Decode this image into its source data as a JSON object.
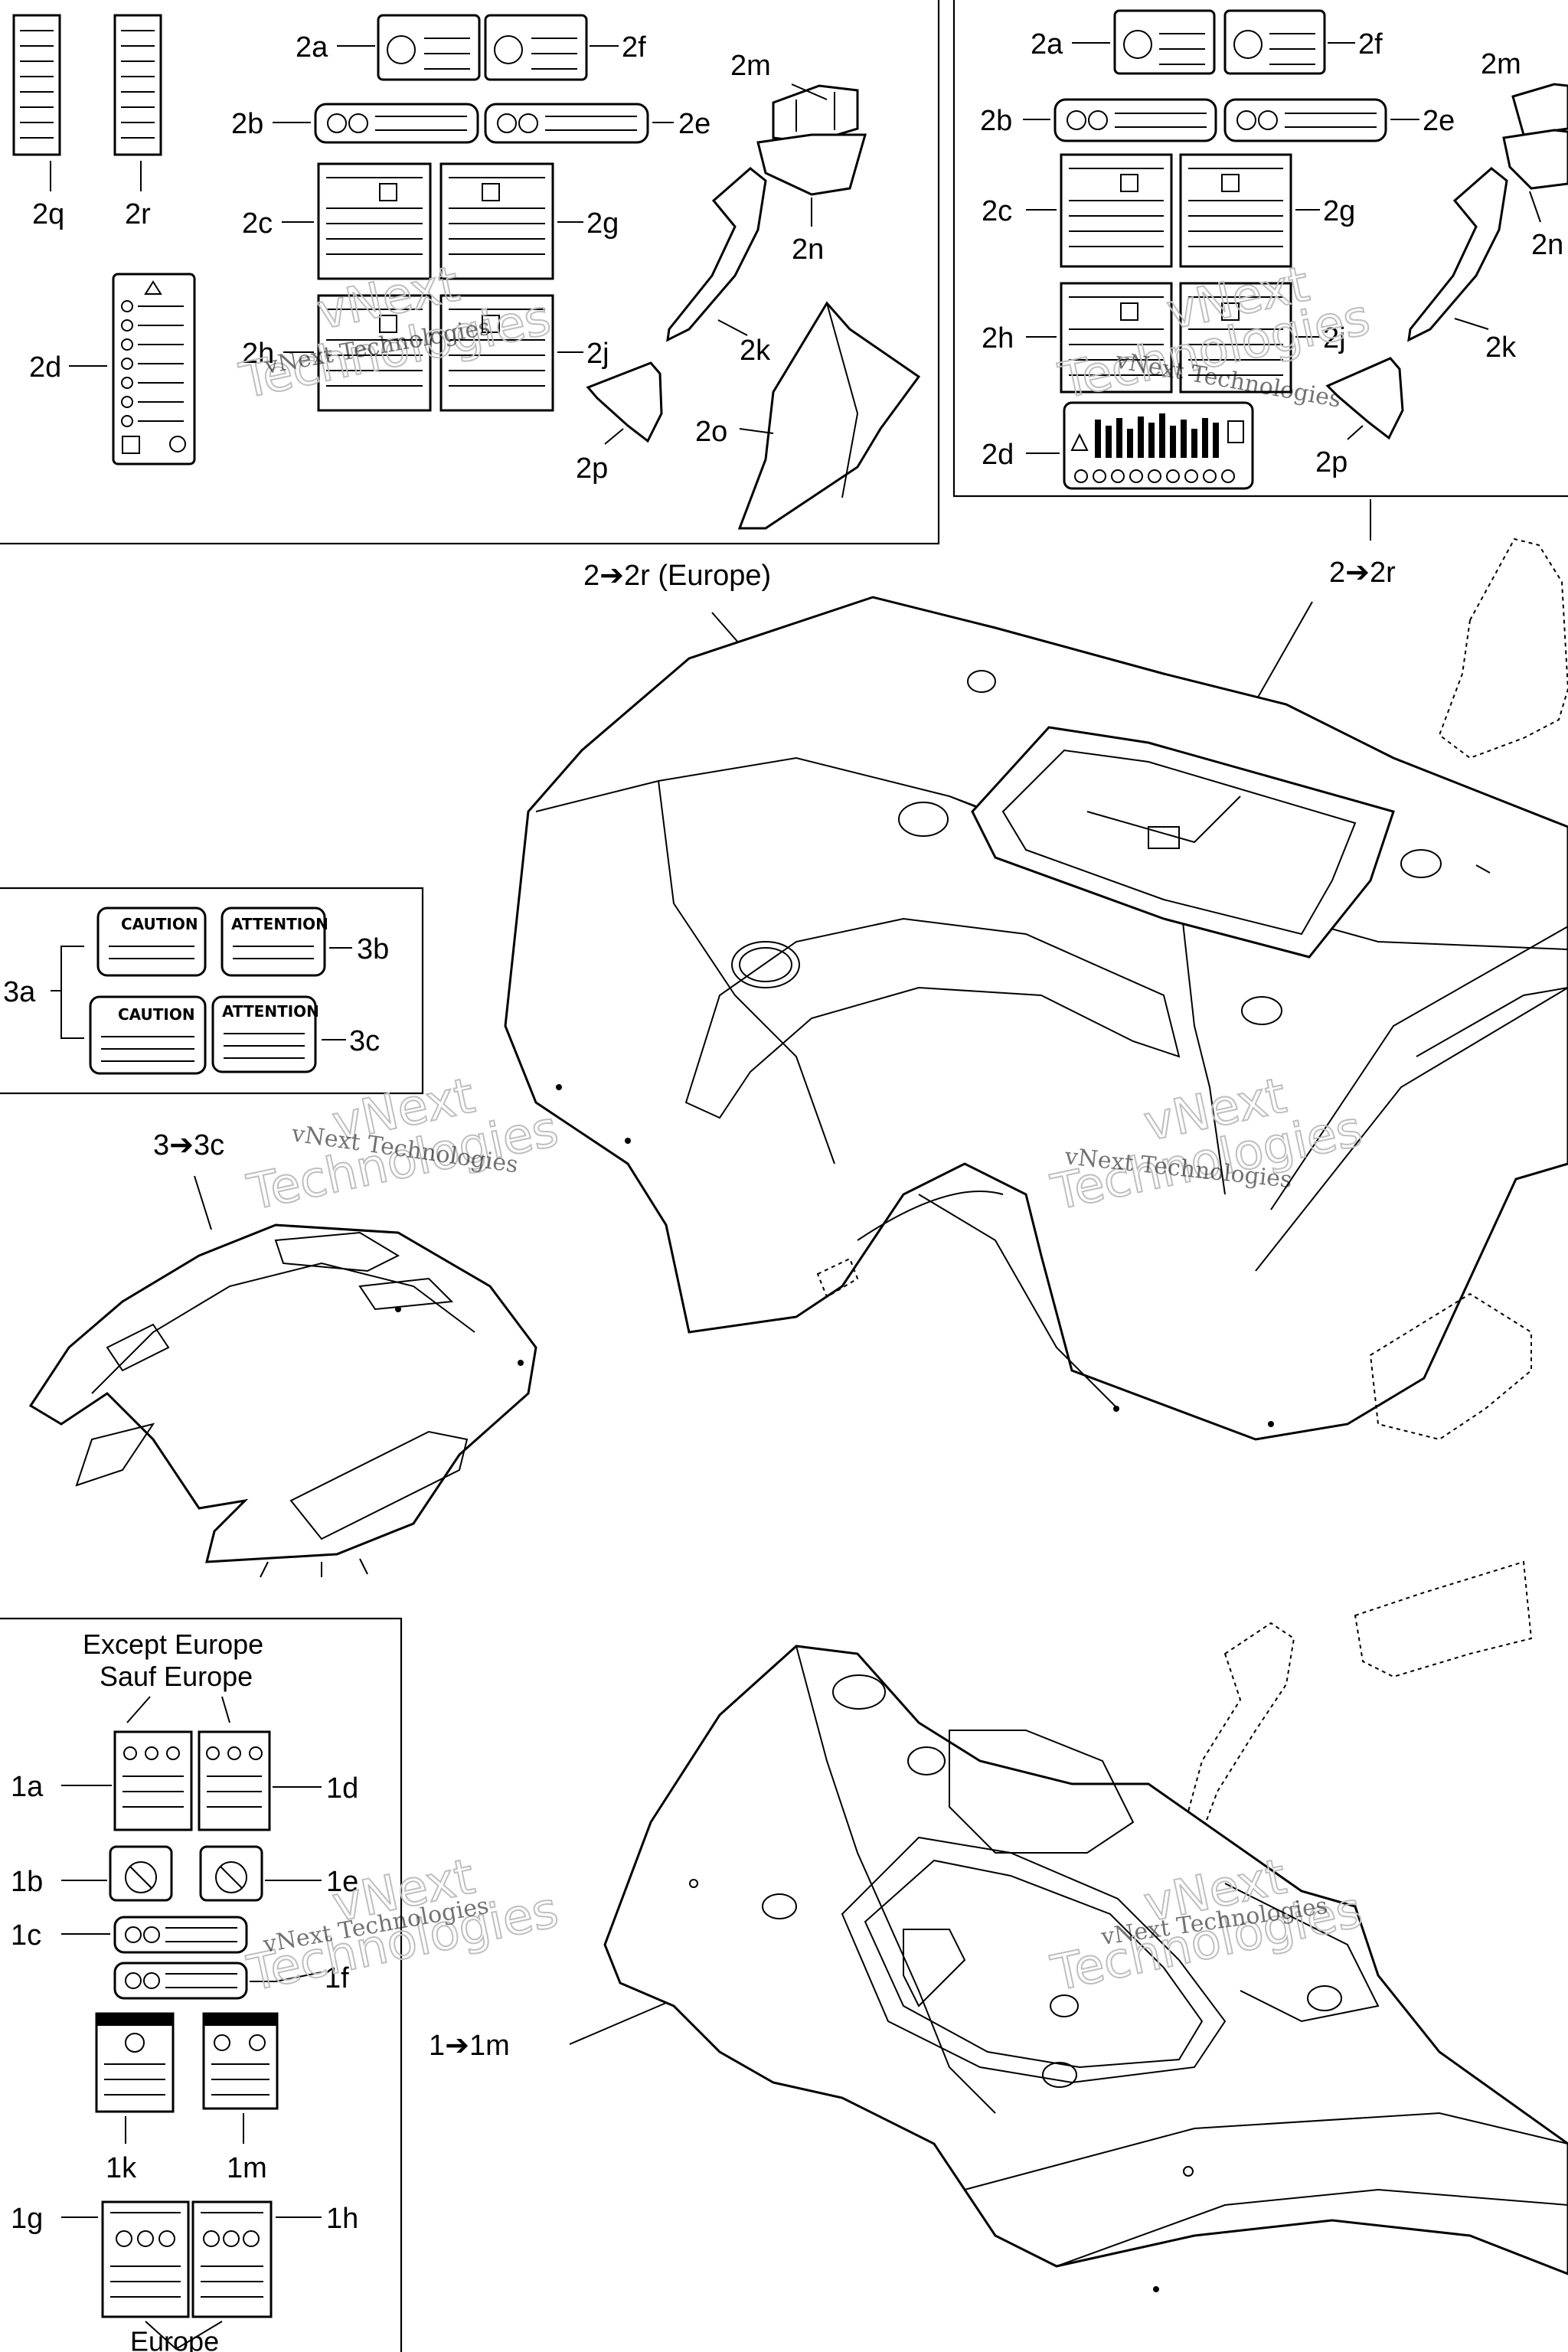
{
  "panels": {
    "europe_decals": {
      "labels": [
        "2a",
        "2b",
        "2c",
        "2d",
        "2e",
        "2f",
        "2g",
        "2h",
        "2j",
        "2k",
        "2m",
        "2n",
        "2o",
        "2p",
        "2q",
        "2r"
      ],
      "callout": "2➔2r (Europe)"
    },
    "standard_decals": {
      "labels": [
        "2a",
        "2b",
        "2c",
        "2d",
        "2e",
        "2f",
        "2g",
        "2h",
        "2j",
        "2k",
        "2m",
        "2n",
        "2p"
      ],
      "callout": "2➔2r"
    },
    "caution_decals": {
      "labels": [
        "3a",
        "3b",
        "3c"
      ],
      "callout": "3➔3c",
      "sticker_texts": [
        "CAUTION",
        "ATTENTION",
        "CAUTION",
        "ATTENTION"
      ]
    },
    "front_decals": {
      "header_line1": "Except Europe",
      "header_line2": "Sauf Europe",
      "footer": "Europe",
      "labels": [
        "1a",
        "1b",
        "1c",
        "1d",
        "1e",
        "1f",
        "1g",
        "1h",
        "1k",
        "1m"
      ],
      "callout": "1➔1m"
    }
  },
  "watermark": {
    "small": "vNext Technologies",
    "big_line1": "vNext",
    "big_line2": "Technologies"
  }
}
